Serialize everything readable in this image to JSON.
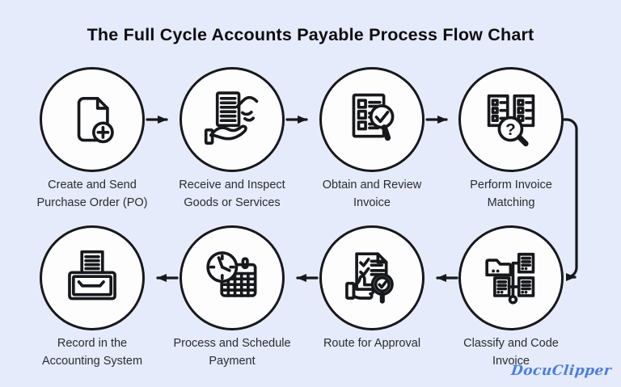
{
  "title": "The Full Cycle Accounts Payable Process Flow Chart",
  "colors": {
    "background": "#e5ebfa",
    "node_fill": "#fdfdfe",
    "line": "#17181b",
    "label_text": "#2a2b31",
    "logo_blue": "#4c7ce4"
  },
  "flow": {
    "shape": "two rows of four circular steps; top row flows left-to-right, connector curves down on the right, bottom row flows right-to-left"
  },
  "steps": [
    {
      "name": "create-po",
      "icon": "document-add-icon",
      "line1": "Create and Send",
      "line2": "Purchase Order (PO)"
    },
    {
      "name": "receive-goods",
      "icon": "receive-goods-icon",
      "line1": "Receive and Inspect",
      "line2": "Goods or Services"
    },
    {
      "name": "review-invoice",
      "icon": "review-invoice-icon",
      "line1": "Obtain and Review",
      "line2": "Invoice"
    },
    {
      "name": "invoice-matching",
      "icon": "invoice-matching-icon",
      "line1": "Perform Invoice",
      "line2": "Matching"
    },
    {
      "name": "classify-code",
      "icon": "classify-code-icon",
      "line1": "Classify and Code",
      "line2": "Invoice"
    },
    {
      "name": "route-approval",
      "icon": "route-approval-icon",
      "line1": "Route for Approval",
      "line2": ""
    },
    {
      "name": "schedule-payment",
      "icon": "schedule-payment-icon",
      "line1": "Process and Schedule",
      "line2": "Payment"
    },
    {
      "name": "record-system",
      "icon": "record-accounting-icon",
      "line1": "Record in the",
      "line2": "Accounting System"
    }
  ],
  "brand": {
    "logo_text": "DocuClipper"
  }
}
